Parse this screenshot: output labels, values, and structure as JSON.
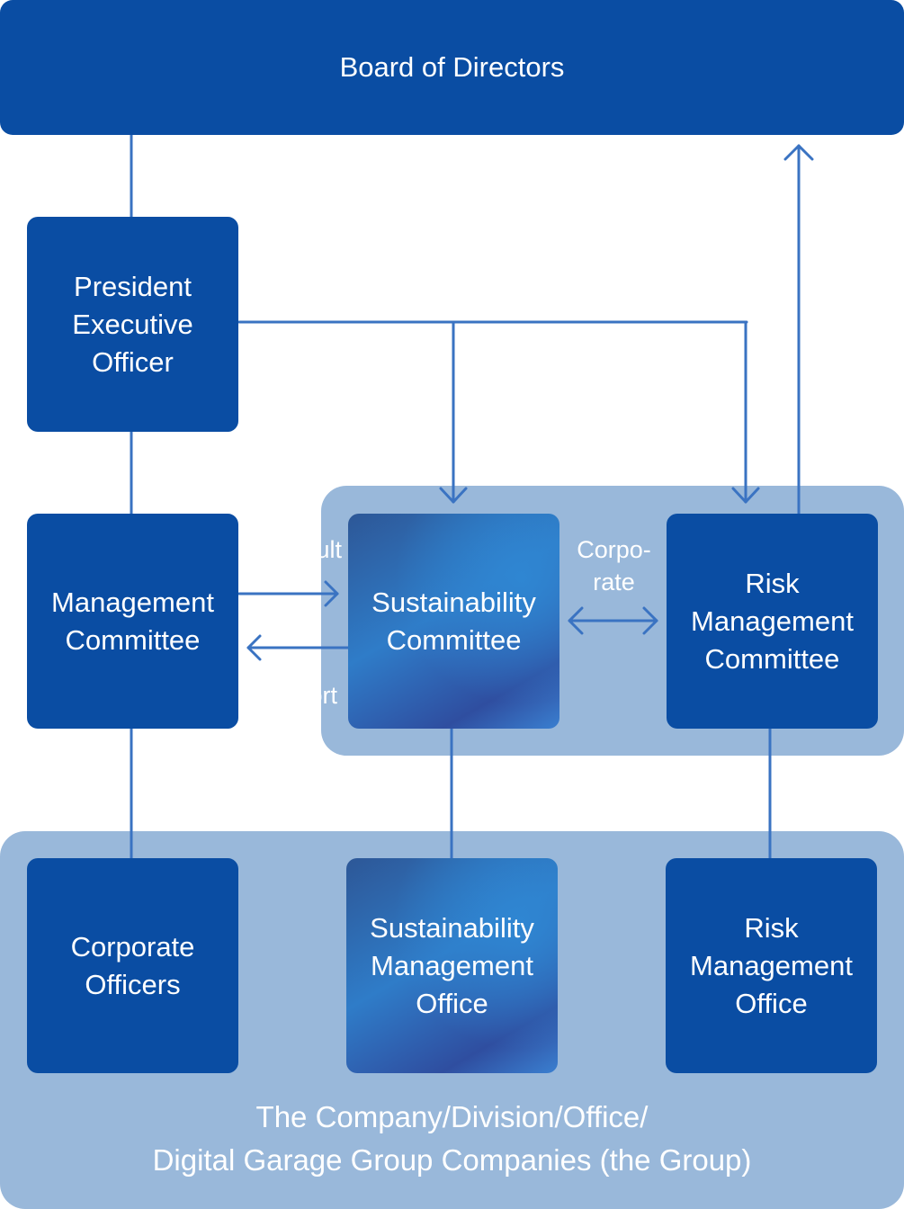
{
  "nodes": {
    "board": "Board of Directors",
    "president": "President\nExecutive\nOfficer",
    "management_committee": "Management\nCommittee",
    "sustainability_committee": "Sustainability\nCommittee",
    "risk_committee": "Risk\nManagement\nCommittee",
    "corporate_officers": "Corporate\nOfficers",
    "sustainability_office": "Sustainability\nManagement\nOffice",
    "risk_office": "Risk\nManagement\nOffice"
  },
  "regions": {
    "group_label": "The Company/Division/Office/\nDigital Garage Group Companies (the Group)"
  },
  "edge_labels": {
    "consult": "Consult",
    "corporate": "Corpo-\nrate",
    "report": "Report"
  },
  "colors": {
    "primary": "#0a4da3",
    "region": "#99b8da",
    "line": "#3a73c2"
  }
}
